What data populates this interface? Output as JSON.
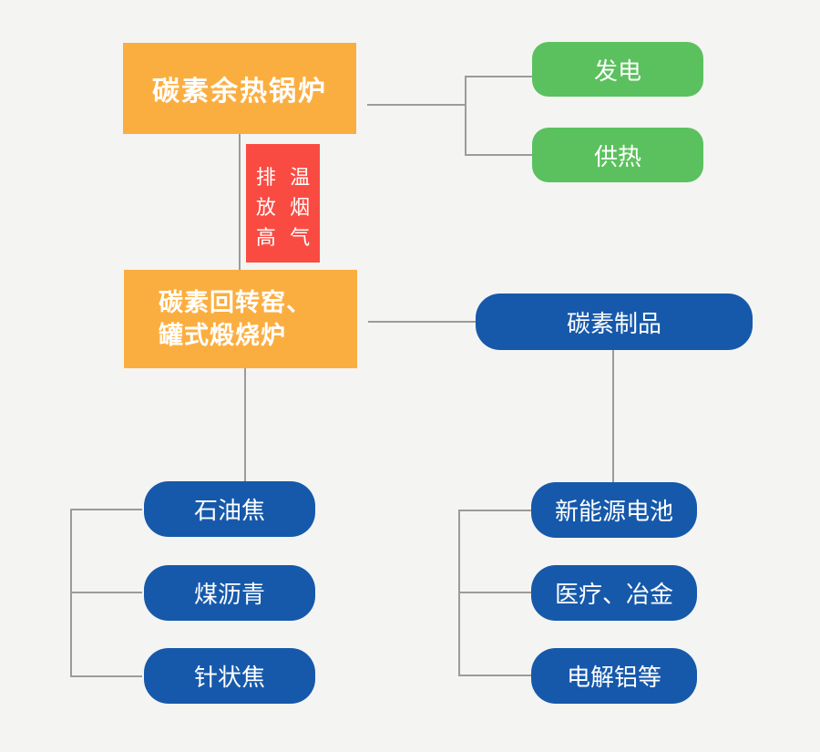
{
  "colors": {
    "orange": "#fbae40",
    "green": "#5bc15e",
    "blue": "#1659ab",
    "red": "#fa4b43",
    "connector_gray": "#9b9b9b",
    "background": "#f4f4f2",
    "text": "#ffffff"
  },
  "nodes": {
    "boiler": {
      "label": "碳素余热锅炉"
    },
    "power_generation": {
      "label": "发电"
    },
    "heat_supply": {
      "label": "供热"
    },
    "flue_gas": {
      "left_column": "排放高",
      "right_column": "温烟气"
    },
    "kiln": {
      "line1": "碳素回转窑、",
      "line2": "罐式煅烧炉"
    },
    "carbon_products": {
      "label": "碳素制品"
    },
    "petroleum_coke": {
      "label": "石油焦"
    },
    "coal_pitch": {
      "label": "煤沥青"
    },
    "needle_coke": {
      "label": "针状焦"
    },
    "new_energy_battery": {
      "label": "新能源电池"
    },
    "medical_metallurgy": {
      "label": "医疗、冶金"
    },
    "electrolytic_aluminum": {
      "label": "电解铝等"
    }
  }
}
